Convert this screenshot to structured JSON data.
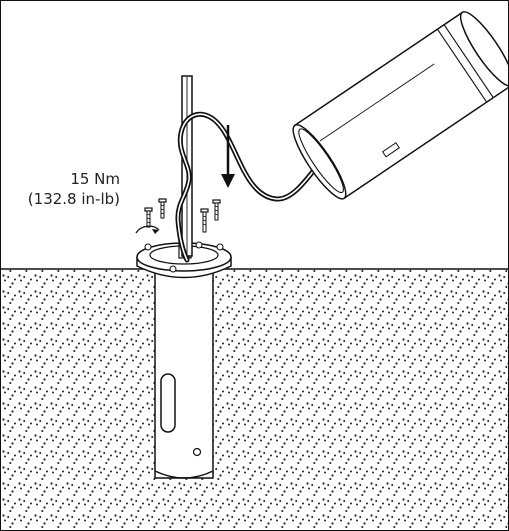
{
  "instruction_diagram": {
    "torque": {
      "metric": "15 Nm",
      "imperial": "(132.8 in-lb)"
    },
    "icons": {
      "ground": "dotted-ground-pattern",
      "direction": "downward-arrow",
      "fastener": "screw-icon",
      "rotation": "rotation-arrow-icon"
    },
    "colors": {
      "line": "#111111",
      "ground_dots": "#222222",
      "background": "#ffffff"
    }
  }
}
